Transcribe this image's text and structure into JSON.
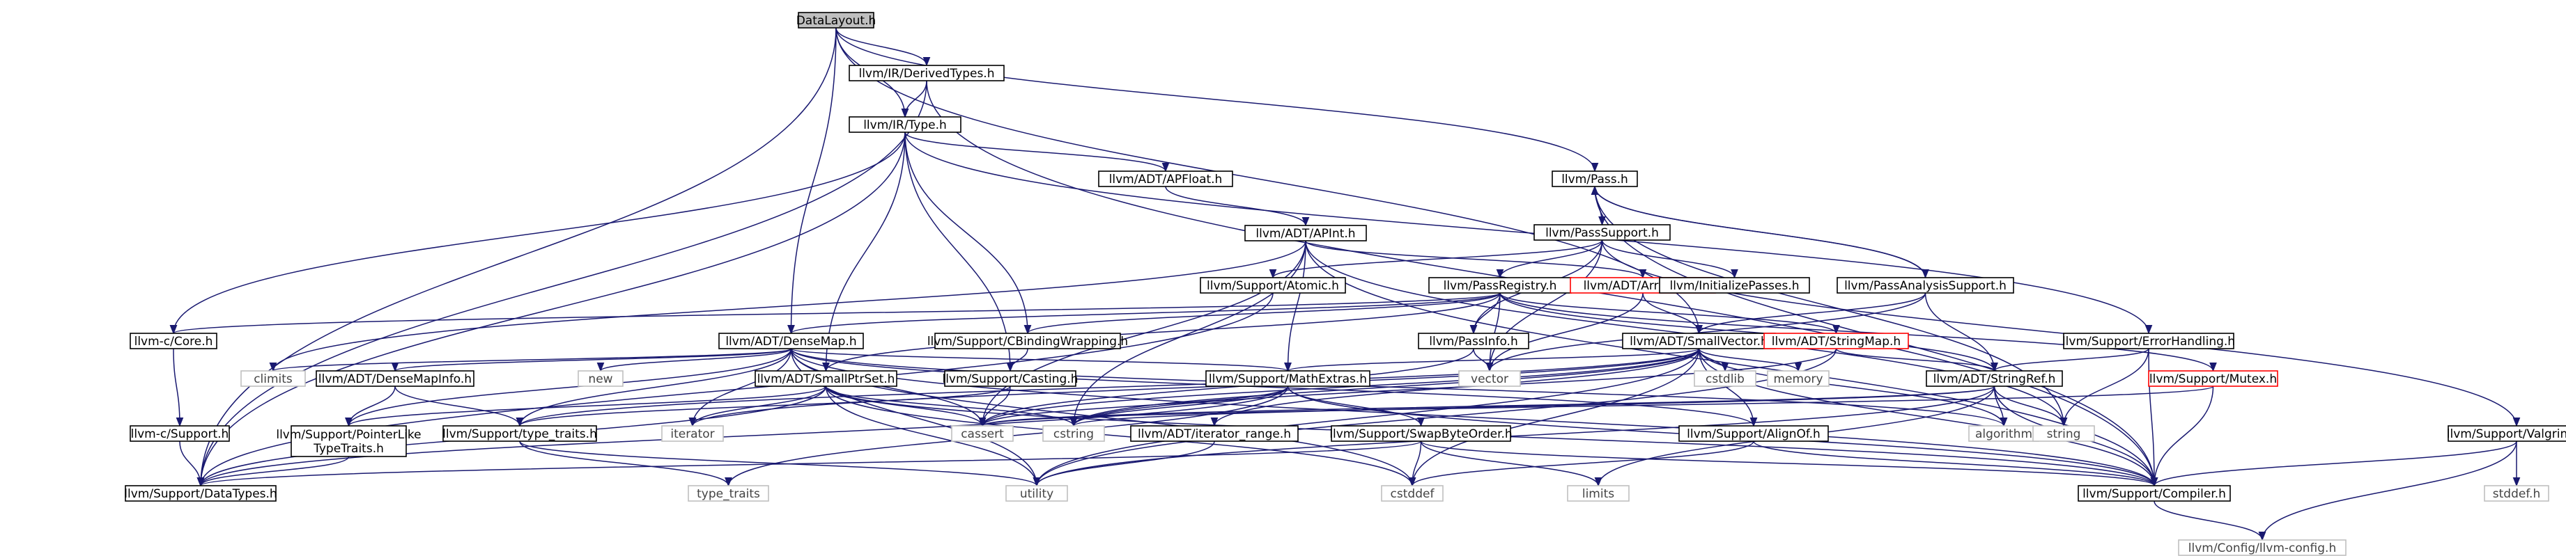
{
  "graph": {
    "edge_color": "#191970",
    "node_border_color": "#000000",
    "root_fill": "#bfbfbf",
    "truncated_border_color": "#ff0000",
    "system_border_color": "#bfbfbf",
    "nodes": [
      {
        "id": "datalayout",
        "label": "DataLayout.h",
        "kind": "root"
      },
      {
        "id": "derivedtypes",
        "label": "llvm/IR/DerivedTypes.h",
        "kind": "normal"
      },
      {
        "id": "type",
        "label": "llvm/IR/Type.h",
        "kind": "normal"
      },
      {
        "id": "apfloat",
        "label": "llvm/ADT/APFloat.h",
        "kind": "normal"
      },
      {
        "id": "apint",
        "label": "llvm/ADT/APInt.h",
        "kind": "normal"
      },
      {
        "id": "pass",
        "label": "llvm/Pass.h",
        "kind": "normal"
      },
      {
        "id": "passsupport",
        "label": "llvm/PassSupport.h",
        "kind": "normal"
      },
      {
        "id": "atomic",
        "label": "llvm/Support/Atomic.h",
        "kind": "normal"
      },
      {
        "id": "passregistry",
        "label": "llvm/PassRegistry.h",
        "kind": "normal"
      },
      {
        "id": "arrayref",
        "label": "llvm/ADT/ArrayRef.h",
        "kind": "red"
      },
      {
        "id": "initpasses",
        "label": "llvm/InitializePasses.h",
        "kind": "normal"
      },
      {
        "id": "passanalysis",
        "label": "llvm/PassAnalysisSupport.h",
        "kind": "normal"
      },
      {
        "id": "core",
        "label": "llvm-c/Core.h",
        "kind": "normal"
      },
      {
        "id": "densemap",
        "label": "llvm/ADT/DenseMap.h",
        "kind": "normal"
      },
      {
        "id": "cbinding",
        "label": "llvm/Support/CBindingWrapping.h",
        "kind": "normal"
      },
      {
        "id": "passinfo",
        "label": "llvm/PassInfo.h",
        "kind": "normal"
      },
      {
        "id": "smallvector",
        "label": "llvm/ADT/SmallVector.h",
        "kind": "normal"
      },
      {
        "id": "stringmap",
        "label": "llvm/ADT/StringMap.h",
        "kind": "red"
      },
      {
        "id": "errorhandling",
        "label": "llvm/Support/ErrorHandling.h",
        "kind": "normal"
      },
      {
        "id": "climits",
        "label": "climits",
        "kind": "sys"
      },
      {
        "id": "densemapinfo",
        "label": "llvm/ADT/DenseMapInfo.h",
        "kind": "normal"
      },
      {
        "id": "new",
        "label": "new",
        "kind": "sys"
      },
      {
        "id": "smallptrset",
        "label": "llvm/ADT/SmallPtrSet.h",
        "kind": "normal"
      },
      {
        "id": "casting",
        "label": "llvm/Support/Casting.h",
        "kind": "normal"
      },
      {
        "id": "mathextras",
        "label": "llvm/Support/MathExtras.h",
        "kind": "normal"
      },
      {
        "id": "vector",
        "label": "vector",
        "kind": "sys"
      },
      {
        "id": "cstdlib",
        "label": "cstdlib",
        "kind": "sys"
      },
      {
        "id": "memory",
        "label": "memory",
        "kind": "sys"
      },
      {
        "id": "stringref",
        "label": "llvm/ADT/StringRef.h",
        "kind": "normal"
      },
      {
        "id": "mutex",
        "label": "llvm/Support/Mutex.h",
        "kind": "red"
      },
      {
        "id": "csupport",
        "label": "llvm-c/Support.h",
        "kind": "normal"
      },
      {
        "id": "pointerlike",
        "label": "llvm/Support/PointerLike\nTypeTraits.h",
        "kind": "normal"
      },
      {
        "id": "typetraits",
        "label": "llvm/Support/type_traits.h",
        "kind": "normal"
      },
      {
        "id": "iterator",
        "label": "iterator",
        "kind": "sys"
      },
      {
        "id": "cassert",
        "label": "cassert",
        "kind": "sys"
      },
      {
        "id": "cstring",
        "label": "cstring",
        "kind": "sys"
      },
      {
        "id": "iterrange",
        "label": "llvm/ADT/iterator_range.h",
        "kind": "normal"
      },
      {
        "id": "swapbyte",
        "label": "llvm/Support/SwapByteOrder.h",
        "kind": "normal"
      },
      {
        "id": "alignof",
        "label": "llvm/Support/AlignOf.h",
        "kind": "normal"
      },
      {
        "id": "algorithm",
        "label": "algorithm",
        "kind": "sys"
      },
      {
        "id": "string",
        "label": "string",
        "kind": "sys"
      },
      {
        "id": "valgrind",
        "label": "llvm/Support/Valgrind.h",
        "kind": "normal"
      },
      {
        "id": "datatypes",
        "label": "llvm/Support/DataTypes.h",
        "kind": "normal"
      },
      {
        "id": "std_type_traits",
        "label": "type_traits",
        "kind": "sys"
      },
      {
        "id": "utility",
        "label": "utility",
        "kind": "sys"
      },
      {
        "id": "cstddef",
        "label": "cstddef",
        "kind": "sys"
      },
      {
        "id": "limits",
        "label": "limits",
        "kind": "sys"
      },
      {
        "id": "compiler",
        "label": "llvm/Support/Compiler.h",
        "kind": "normal"
      },
      {
        "id": "stddef",
        "label": "stddef.h",
        "kind": "sys"
      },
      {
        "id": "llvmconfig",
        "label": "llvm/Config/llvm-config.h",
        "kind": "sys"
      }
    ],
    "edges": [
      [
        "datalayout",
        "derivedtypes"
      ],
      [
        "datalayout",
        "type"
      ],
      [
        "datalayout",
        "pass"
      ],
      [
        "datalayout",
        "densemap"
      ],
      [
        "datalayout",
        "smallvector"
      ],
      [
        "datalayout",
        "datatypes"
      ],
      [
        "derivedtypes",
        "type"
      ],
      [
        "derivedtypes",
        "compiler"
      ],
      [
        "derivedtypes",
        "datatypes"
      ],
      [
        "type",
        "apfloat"
      ],
      [
        "type",
        "core"
      ],
      [
        "type",
        "cbinding"
      ],
      [
        "type",
        "errorhandling"
      ],
      [
        "type",
        "casting"
      ],
      [
        "type",
        "smallptrset"
      ],
      [
        "type",
        "datatypes"
      ],
      [
        "apfloat",
        "apint"
      ],
      [
        "apint",
        "arrayref"
      ],
      [
        "apint",
        "mathextras"
      ],
      [
        "apint",
        "cassert"
      ],
      [
        "apint",
        "climits"
      ],
      [
        "apint",
        "cstring"
      ],
      [
        "apint",
        "string"
      ],
      [
        "apint",
        "compiler"
      ],
      [
        "pass",
        "passsupport"
      ],
      [
        "pass",
        "passanalysis"
      ],
      [
        "pass",
        "compiler"
      ],
      [
        "pass",
        "string"
      ],
      [
        "passsupport",
        "pass"
      ],
      [
        "passsupport",
        "passregistry"
      ],
      [
        "passsupport",
        "passinfo"
      ],
      [
        "passsupport",
        "initpasses"
      ],
      [
        "passsupport",
        "atomic"
      ],
      [
        "passsupport",
        "valgrind"
      ],
      [
        "passsupport",
        "vector"
      ],
      [
        "atomic",
        "datatypes"
      ],
      [
        "passregistry",
        "core"
      ],
      [
        "passregistry",
        "cbinding"
      ],
      [
        "passregistry",
        "densemap"
      ],
      [
        "passregistry",
        "smallptrset"
      ],
      [
        "passregistry",
        "stringmap"
      ],
      [
        "passregistry",
        "stringref"
      ],
      [
        "passregistry",
        "passinfo"
      ],
      [
        "passregistry",
        "mutex"
      ],
      [
        "passregistry",
        "vector"
      ],
      [
        "arrayref",
        "smallvector"
      ],
      [
        "arrayref",
        "vector"
      ],
      [
        "passanalysis",
        "pass"
      ],
      [
        "passanalysis",
        "smallvector"
      ],
      [
        "passanalysis",
        "stringref"
      ],
      [
        "passanalysis",
        "vector"
      ],
      [
        "core",
        "csupport"
      ],
      [
        "csupport",
        "datatypes"
      ],
      [
        "densemap",
        "densemapinfo"
      ],
      [
        "densemap",
        "pointerlike"
      ],
      [
        "densemap",
        "typetraits"
      ],
      [
        "densemap",
        "climits"
      ],
      [
        "densemap",
        "new"
      ],
      [
        "densemap",
        "mathextras"
      ],
      [
        "densemap",
        "alignof"
      ],
      [
        "densemap",
        "iterator"
      ],
      [
        "densemap",
        "cassert"
      ],
      [
        "densemap",
        "cstddef"
      ],
      [
        "densemap",
        "utility"
      ],
      [
        "densemap",
        "algorithm"
      ],
      [
        "densemap",
        "compiler"
      ],
      [
        "cbinding",
        "casting"
      ],
      [
        "passinfo",
        "vector"
      ],
      [
        "passinfo",
        "cassert"
      ],
      [
        "smallvector",
        "alignof"
      ],
      [
        "smallvector",
        "mathextras"
      ],
      [
        "smallvector",
        "typetraits"
      ],
      [
        "smallvector",
        "algorithm"
      ],
      [
        "smallvector",
        "cassert"
      ],
      [
        "smallvector",
        "cstddef"
      ],
      [
        "smallvector",
        "cstdlib"
      ],
      [
        "smallvector",
        "cstring"
      ],
      [
        "smallvector",
        "iterator"
      ],
      [
        "smallvector",
        "memory"
      ],
      [
        "smallvector",
        "utility"
      ],
      [
        "smallvector",
        "iterrange"
      ],
      [
        "smallvector",
        "compiler"
      ],
      [
        "stringmap",
        "stringref"
      ],
      [
        "stringmap",
        "cstring"
      ],
      [
        "stringmap",
        "utility"
      ],
      [
        "errorhandling",
        "compiler"
      ],
      [
        "errorhandling",
        "stringref"
      ],
      [
        "errorhandling",
        "string"
      ],
      [
        "densemapinfo",
        "pointerlike"
      ],
      [
        "densemapinfo",
        "typetraits"
      ],
      [
        "smallptrset",
        "datatypes"
      ],
      [
        "smallptrset",
        "pointerlike"
      ],
      [
        "smallptrset",
        "compiler"
      ],
      [
        "smallptrset",
        "cassert"
      ],
      [
        "smallptrset",
        "cstddef"
      ],
      [
        "smallptrset",
        "cstring"
      ],
      [
        "smallptrset",
        "iterator"
      ],
      [
        "smallptrset",
        "utility"
      ],
      [
        "casting",
        "typetraits"
      ],
      [
        "casting",
        "cassert"
      ],
      [
        "mathextras",
        "datatypes"
      ],
      [
        "mathextras",
        "swapbyte"
      ],
      [
        "mathextras",
        "compiler"
      ],
      [
        "mathextras",
        "cassert"
      ],
      [
        "mathextras",
        "cstring"
      ],
      [
        "mathextras",
        "std_type_traits"
      ],
      [
        "stringref",
        "algorithm"
      ],
      [
        "stringref",
        "cassert"
      ],
      [
        "stringref",
        "cstring"
      ],
      [
        "stringref",
        "limits"
      ],
      [
        "stringref",
        "string"
      ],
      [
        "stringref",
        "utility"
      ],
      [
        "stringref",
        "compiler"
      ],
      [
        "mutex",
        "compiler"
      ],
      [
        "mutex",
        "cassert"
      ],
      [
        "pointerlike",
        "datatypes"
      ],
      [
        "typetraits",
        "std_type_traits"
      ],
      [
        "typetraits",
        "utility"
      ],
      [
        "iterrange",
        "utility"
      ],
      [
        "swapbyte",
        "compiler"
      ],
      [
        "swapbyte",
        "cstddef"
      ],
      [
        "swapbyte",
        "limits"
      ],
      [
        "swapbyte",
        "datatypes"
      ],
      [
        "alignof",
        "compiler"
      ],
      [
        "alignof",
        "cstddef"
      ],
      [
        "valgrind",
        "compiler"
      ],
      [
        "valgrind",
        "llvmconfig"
      ],
      [
        "valgrind",
        "stddef"
      ],
      [
        "compiler",
        "llvmconfig"
      ]
    ]
  }
}
